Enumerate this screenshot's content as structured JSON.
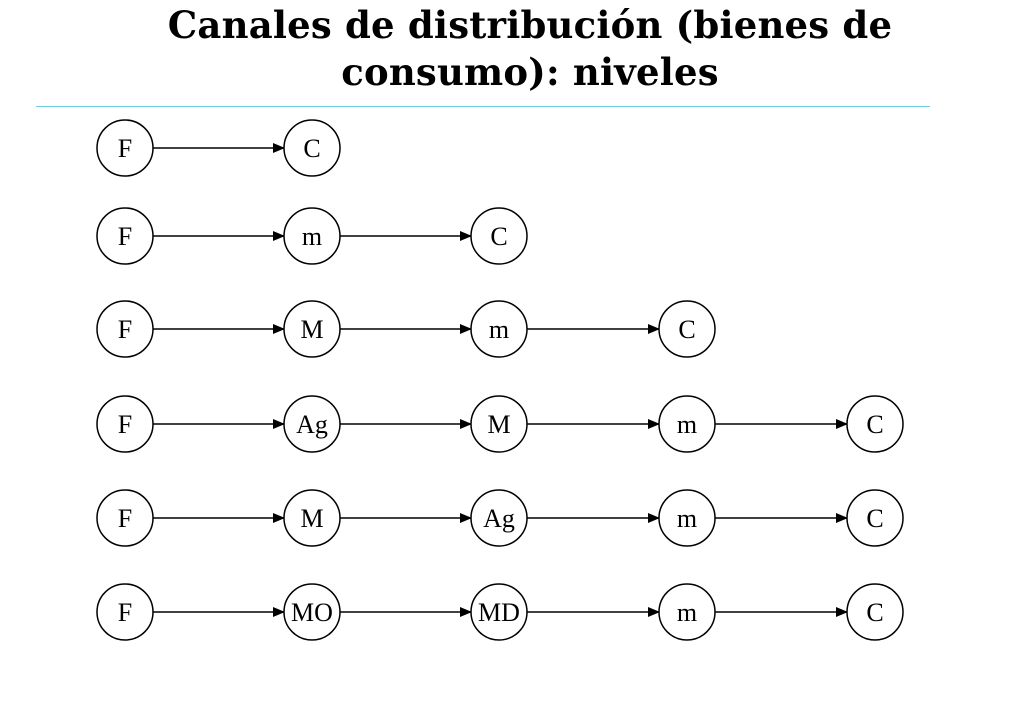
{
  "title": {
    "line1": "Canales de distribución  (bienes de",
    "line2": "consumo): niveles"
  },
  "rows": [
    {
      "nodes": [
        "F",
        "C"
      ]
    },
    {
      "nodes": [
        "F",
        "m",
        "C"
      ]
    },
    {
      "nodes": [
        "F",
        "M",
        "m",
        "C"
      ]
    },
    {
      "nodes": [
        "F",
        "Ag",
        "M",
        "m",
        "C"
      ]
    },
    {
      "nodes": [
        "F",
        "M",
        "Ag",
        "m",
        "C"
      ]
    },
    {
      "nodes": [
        "F",
        "MO",
        "MD",
        "m",
        "C"
      ]
    }
  ],
  "colors": {
    "rule": "#6ccfe0",
    "stroke": "#000000"
  }
}
